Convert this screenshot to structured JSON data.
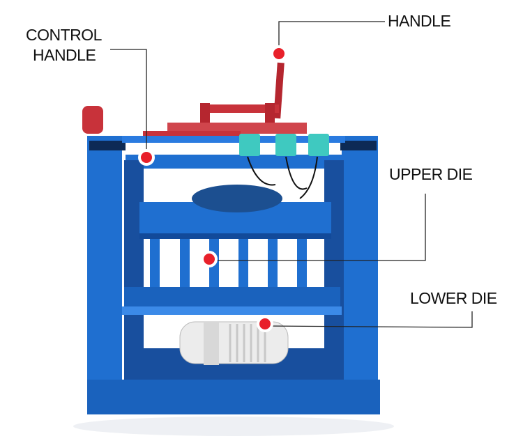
{
  "labels": {
    "handle": "HANDLE",
    "control_handle_line1": "CONTROL",
    "control_handle_line2": "HANDLE",
    "upper_die": "UPPER DIE",
    "lower_die": "LOWER DIE"
  },
  "colors": {
    "frame_blue": "#1f6fd0",
    "frame_dark": "#124a9a",
    "handle_red": "#c8323a",
    "marker_red": "#e8202a",
    "box_teal": "#3fc9c0",
    "motor_white": "#ececec"
  }
}
